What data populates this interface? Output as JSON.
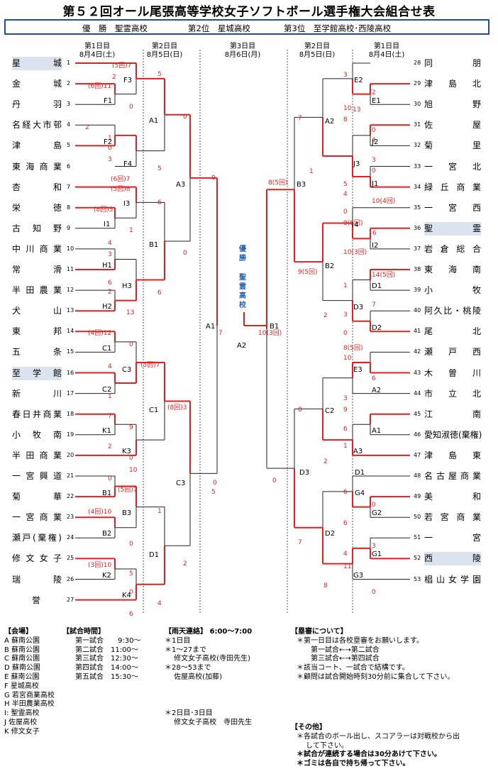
{
  "title": "第５２回オール尾張高等学校女子ソフトボール選手権大会組合せ表",
  "results": {
    "champion": "優　勝　聖霊高校",
    "second": "第2位　星城高校",
    "third": "第3位　至学館高校･西陵高校"
  },
  "headers": {
    "day1": "第1日目\n8月4日(土)",
    "day2": "第2日目\n8月5日(日)",
    "day3": "第3日目\n8月6日(月)"
  },
  "left_teams": [
    {
      "no": "1",
      "name": "星城",
      "hl": true
    },
    {
      "no": "2",
      "name": "金城"
    },
    {
      "no": "3",
      "name": "丹羽"
    },
    {
      "no": "4",
      "name": "名経大市邨"
    },
    {
      "no": "5",
      "name": "津島"
    },
    {
      "no": "6",
      "name": "東海商業"
    },
    {
      "no": "7",
      "name": "杏和"
    },
    {
      "no": "8",
      "name": "栄徳"
    },
    {
      "no": "9",
      "name": "古知野"
    },
    {
      "no": "10",
      "name": "中川商業"
    },
    {
      "no": "11",
      "name": "常滑"
    },
    {
      "no": "12",
      "name": "半田農業"
    },
    {
      "no": "13",
      "name": "犬山"
    },
    {
      "no": "14",
      "name": "東邦"
    },
    {
      "no": "15",
      "name": "五条"
    },
    {
      "no": "16",
      "name": "至学館",
      "hl": true
    },
    {
      "no": "17",
      "name": "新川"
    },
    {
      "no": "18",
      "name": "春日井商業"
    },
    {
      "no": "19",
      "name": "小牧南"
    },
    {
      "no": "20",
      "name": "半田商業"
    },
    {
      "no": "21",
      "name": "一宮興道"
    },
    {
      "no": "22",
      "name": "菊華"
    },
    {
      "no": "23",
      "name": "一宮商業"
    },
    {
      "no": "24",
      "name": "瀬戸(棄権)"
    },
    {
      "no": "25",
      "name": "修文女子"
    },
    {
      "no": "26",
      "name": "瑞陵"
    },
    {
      "no": "27",
      "name": "誉"
    }
  ],
  "right_teams": [
    {
      "no": "28",
      "name": "同朋"
    },
    {
      "no": "29",
      "name": "津島北"
    },
    {
      "no": "30",
      "name": "旭野"
    },
    {
      "no": "31",
      "name": "佐屋"
    },
    {
      "no": "32",
      "name": "菊里"
    },
    {
      "no": "33",
      "name": "一宮北"
    },
    {
      "no": "34",
      "name": "緑丘商業"
    },
    {
      "no": "35",
      "name": "一宮西"
    },
    {
      "no": "36",
      "name": "聖霊",
      "hl": true
    },
    {
      "no": "37",
      "name": "岩倉総合"
    },
    {
      "no": "38",
      "name": "東海南"
    },
    {
      "no": "39",
      "name": "小牧"
    },
    {
      "no": "40",
      "name": "阿久比・桃陵"
    },
    {
      "no": "41",
      "name": "尾北"
    },
    {
      "no": "42",
      "name": "瀬戸西"
    },
    {
      "no": "43",
      "name": "木曽川"
    },
    {
      "no": "44",
      "name": "市立北"
    },
    {
      "no": "45",
      "name": "江南"
    },
    {
      "no": "46",
      "name": "愛知淑徳(棄権)"
    },
    {
      "no": "47",
      "name": "津島東"
    },
    {
      "no": "48",
      "name": "名古屋商業"
    },
    {
      "no": "49",
      "name": "美和"
    },
    {
      "no": "50",
      "name": "若宮商業"
    },
    {
      "no": "51",
      "name": "一宮"
    },
    {
      "no": "52",
      "name": "西陵",
      "hl": true
    },
    {
      "no": "53",
      "name": "椙山女学園"
    }
  ],
  "scores": [
    "(5回)7",
    "2",
    "(6回)11",
    "0",
    "2",
    "1",
    "0",
    "3",
    "(6回)7",
    "(5回)8",
    "(8回)5",
    "1",
    "4",
    "3",
    "6",
    "2",
    "13",
    "5",
    "5",
    "0",
    "6",
    "0",
    "6",
    "0",
    "5",
    "(4回)12",
    "0",
    "4",
    "1",
    "(5回)7",
    "(8回)3",
    "7",
    "2",
    "9",
    "0",
    "10",
    "0",
    "(5回)7",
    "(4回)10",
    "1",
    "0",
    "2",
    "4",
    "(3回)10",
    "5",
    "0",
    "6",
    "7",
    "0",
    "3",
    "10",
    "2",
    "13",
    "8",
    "1",
    "0",
    "4",
    "7",
    "3",
    "0",
    "5",
    "4",
    "10(4回)",
    "8(5回)",
    "0",
    "9(8回)",
    "6",
    "10(3回)",
    "9(5回)",
    "14(5回)",
    "1",
    "7",
    "3",
    "2",
    "0",
    "8(5回)",
    "10",
    "6",
    "3",
    "9",
    "8",
    "6",
    "1",
    "2",
    "0",
    "6",
    "0",
    "6",
    "3",
    "4",
    "11",
    "0",
    "8",
    "7",
    "10(3回)",
    "4",
    "3",
    "11"
  ],
  "match_labels": [
    "F3",
    "F1",
    "F2",
    "F4",
    "I3",
    "I1",
    "H1",
    "H3",
    "H2",
    "C1",
    "C3",
    "C2",
    "K1",
    "K3",
    "B1",
    "B3",
    "B2",
    "K2",
    "K4",
    "A1",
    "B1",
    "D1",
    "C1",
    "C3",
    "D1",
    "A3",
    "A1",
    "A2",
    "E2",
    "E1",
    "J2",
    "J3",
    "J1",
    "A2",
    "B3",
    "I4",
    "I2",
    "B2",
    "D1",
    "D3",
    "D2",
    "E3",
    "A2",
    "C2",
    "A1",
    "A3",
    "D3",
    "G4",
    "G2",
    "D2",
    "G1",
    "G3",
    "B1"
  ],
  "winner_vertical": [
    "優",
    "勝",
    "聖",
    "霊",
    "高",
    "校"
  ],
  "footer": {
    "venue_h": "【会場】",
    "venues": [
      "A 蘇南公園",
      "B 蘇南公園",
      "C 蘇南公園",
      "D 蘇南公園",
      "E 蘇南公園",
      "F 星城高校",
      "G 若宮商業高校",
      "H 半田農業高校",
      "I: 聖霊高校",
      "J 佐屋高校",
      "K 修文女子"
    ],
    "time_h": "【試合時間】",
    "times": [
      "第一試合　　9:30～",
      "第二試合　11:00～",
      "第三試合　12:30～",
      "第四試合　14:00～",
      "第五試合　15:30～"
    ],
    "rain_h": "【雨天連絡】 6:00～7:00",
    "rain": [
      "＊1日目",
      "＊1～27まで",
      "　 修文女子高校(寺田先生)",
      "",
      "＊28～53まで",
      "　 佐屋高校(加藤)",
      "",
      "",
      "",
      "＊2日目･3日目",
      "　 修文女子高校　寺田先生"
    ],
    "ump_h": "【塁審について】",
    "ump": [
      "＊第一日目は各校塁審をお願いします。",
      "　　第一試合←→第二試合",
      "　　第三試合←→第四試合",
      "＊該当コート、一試合で結構です。",
      "＊顧問は試合開始時刻30分前に集合して下さい。"
    ],
    "other_h": "【その他】",
    "other": [
      "＊各試合のボール出し、スコアラーは対戦校から出",
      "　 して下さい。",
      "＊試合が連続する場合は30分あけて下さい。",
      "＊ゴミは各自で持ち帰って下さい。"
    ]
  }
}
